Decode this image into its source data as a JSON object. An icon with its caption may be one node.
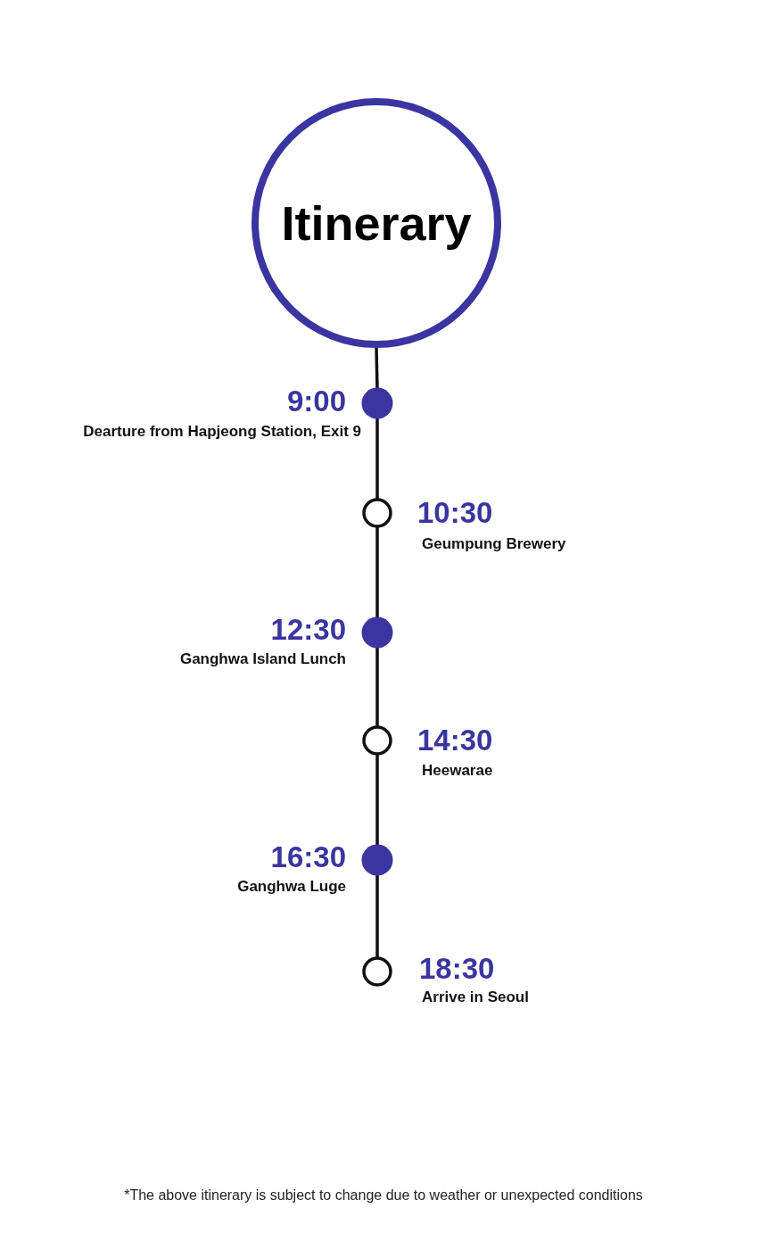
{
  "diagram": {
    "caption": "*The above itinerary is subject to change due to weather or unexpected conditions",
    "nodes": [
      {
        "text": [
          "Itinerary"
        ]
      },
      {
        "text": [],
        "shape": "dot",
        "beside": [
          "9:00",
          "Dearture from Hapjeong Station, Exit 9"
        ]
      },
      {
        "text": [],
        "shape": "ring",
        "beside": [
          "10:30",
          "Geumpung Brewery"
        ]
      },
      {
        "text": [],
        "shape": "dot",
        "beside": [
          "12:30",
          "Ganghwa Island Lunch"
        ]
      },
      {
        "text": [],
        "shape": "ring",
        "beside": [
          "14:30",
          "Heewarae"
        ]
      },
      {
        "text": [],
        "shape": "dot",
        "beside": [
          "16:30",
          "Ganghwa Luge"
        ]
      },
      {
        "text": [],
        "shape": "ring",
        "beside": [
          "18:30",
          "Arrive in Seoul"
        ]
      }
    ],
    "edges": [
      {
        "from": 0,
        "to": 1,
        "arrow": "none"
      },
      {
        "from": 1,
        "to": 2,
        "arrow": "none"
      },
      {
        "from": 2,
        "to": 3,
        "arrow": "none"
      },
      {
        "from": 3,
        "to": 4,
        "arrow": "none"
      },
      {
        "from": 4,
        "to": 5,
        "arrow": "none"
      },
      {
        "from": 5,
        "to": 6,
        "arrow": "none"
      }
    ]
  }
}
